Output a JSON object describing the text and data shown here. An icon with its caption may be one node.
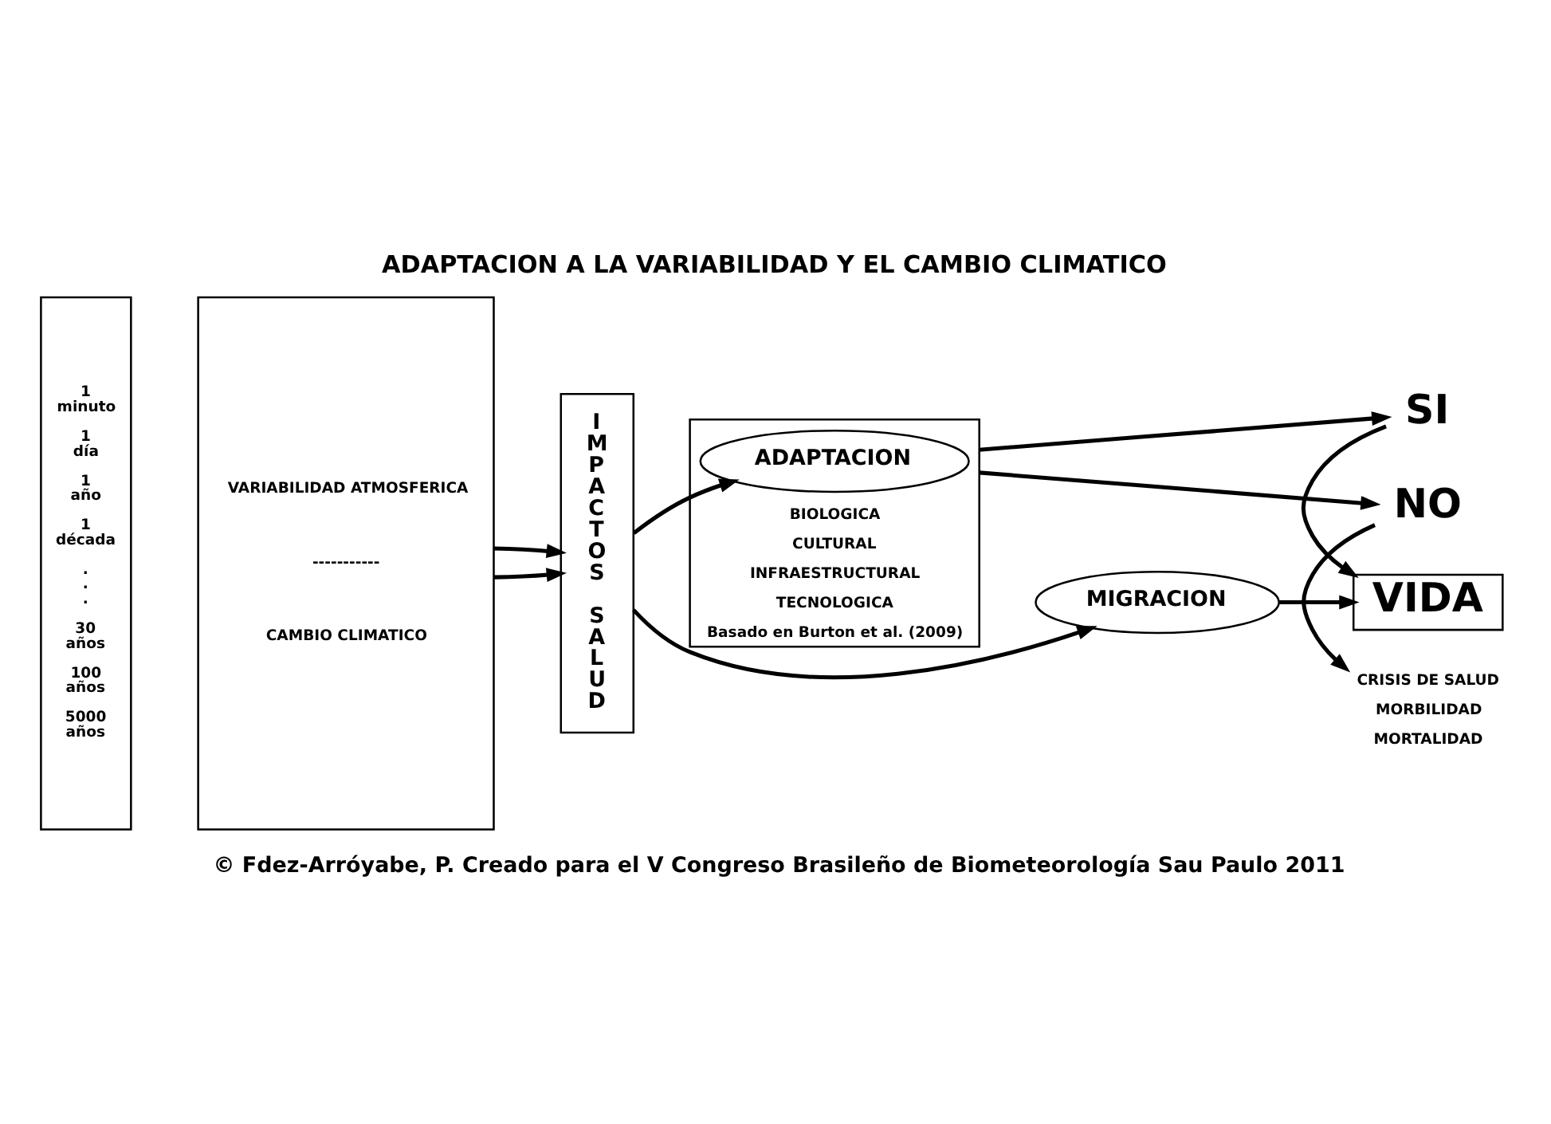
{
  "diagram": {
    "title": "ADAPTACION A LA VARIABILIDAD Y EL CAMBIO CLIMATICO",
    "caption": "© Fdez-Arróyabe, P. Creado para el V Congreso Brasileño de Biometeorología Sau Paulo 2011",
    "nodes": [
      {
        "text": [
          "1 minuto",
          "1 día",
          "1 año",
          "1 década",
          ". . .",
          "30 años",
          "100 años",
          "5000 años"
        ]
      },
      {
        "text": [
          "VARIABILIDAD ATMOSFERICA",
          "-----------",
          "CAMBIO CLIMATICO"
        ]
      },
      {
        "text": [
          "IMPACTOS SALUD"
        ]
      },
      {
        "text": [
          "BIOLOGICA",
          "CULTURAL",
          "INFRAESTRUCTURAL",
          "TECNOLOGICA",
          "Basado en Burton et al. (2009)"
        ]
      },
      {
        "text": [
          "ADAPTACION"
        ],
        "in": 3
      },
      {
        "text": [
          "NO"
        ]
      },
      {
        "text": [
          "CRISIS DE SALUD",
          "MORBILIDAD",
          "MORTALIDAD"
        ]
      },
      {
        "text": [
          "SI"
        ]
      },
      {
        "text": [
          "MIGRACION"
        ]
      },
      {
        "text": [
          "VIDA"
        ]
      }
    ],
    "edges": [
      {
        "from": 1,
        "to": 2,
        "arrow": "to"
      },
      {
        "from": 1,
        "to": 2,
        "arrow": "to"
      },
      {
        "from": 2,
        "to": 4,
        "arrow": "to"
      },
      {
        "from": 2,
        "to": 8,
        "arrow": "to"
      },
      {
        "from": 3,
        "to": 5,
        "arrow": "to"
      },
      {
        "from": 3,
        "to": 7,
        "arrow": "to"
      },
      {
        "from": 5,
        "to": 6,
        "arrow": "to"
      },
      {
        "from": 7,
        "to": 9,
        "arrow": "to"
      },
      {
        "from": 8,
        "to": 9,
        "arrow": "to"
      }
    ]
  }
}
